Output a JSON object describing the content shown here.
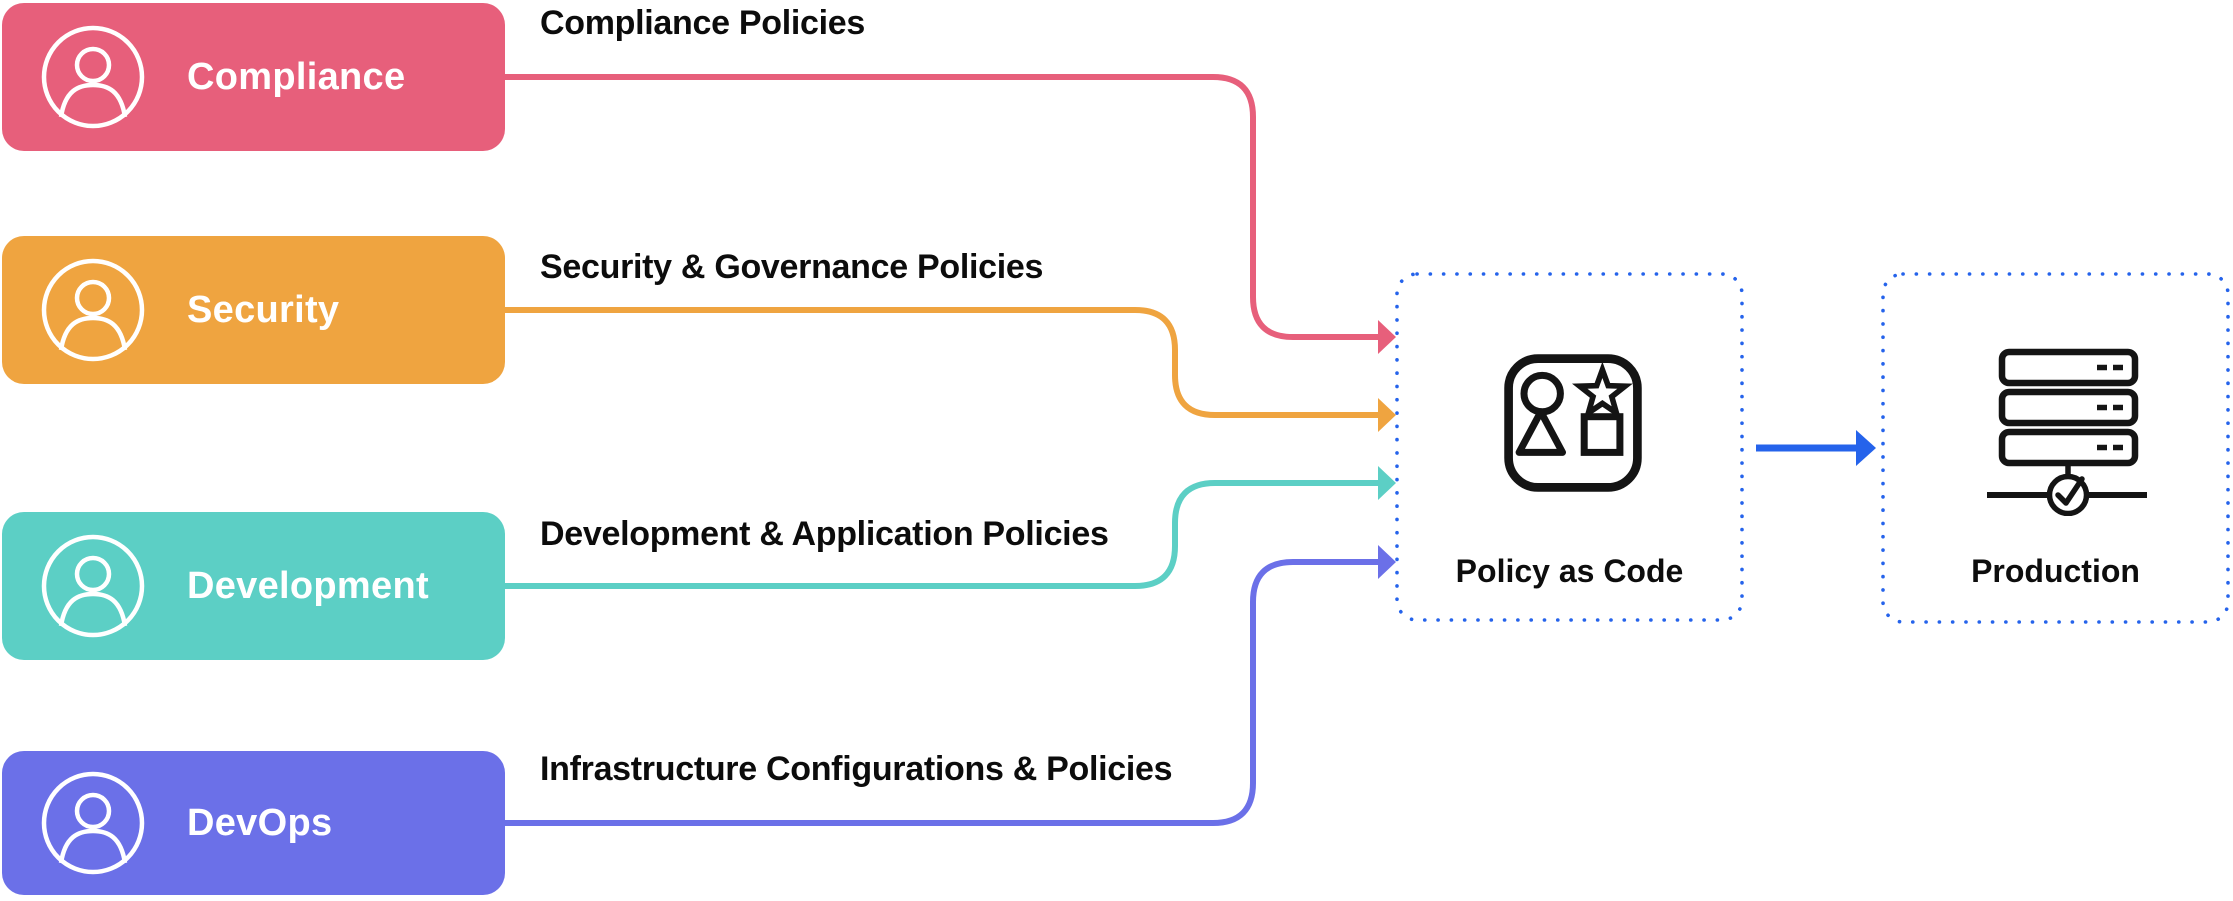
{
  "background": "#FFFFFF",
  "colors": {
    "accent_blue": "#2563EB",
    "icon_black": "#141414",
    "text_dark": "#0C0C0C",
    "white": "#FFFFFF"
  },
  "actors": [
    {
      "id": "compliance",
      "label": "Compliance",
      "color": "#E75F7B",
      "flow_label": "Compliance Policies"
    },
    {
      "id": "security",
      "label": "Security",
      "color": "#EFA440",
      "flow_label": "Security & Governance Policies"
    },
    {
      "id": "development",
      "label": "Development",
      "color": "#5CCFC5",
      "flow_label": "Development & Application Policies"
    },
    {
      "id": "devops",
      "label": "DevOps",
      "color": "#6B70E8",
      "flow_label": "Infrastructure Configurations & Policies"
    }
  ],
  "nodes": {
    "policy_as_code": {
      "label": "Policy as Code"
    },
    "production": {
      "label": "Production"
    }
  }
}
